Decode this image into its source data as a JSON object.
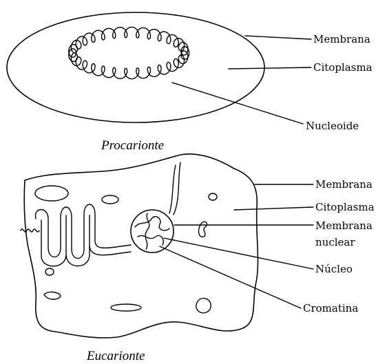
{
  "prokaryote": {
    "caption": "Procarionte",
    "labels": {
      "membrane": "Membrana",
      "cytoplasm": "Citoplasma",
      "nucleoid": "Nucleoide"
    }
  },
  "eukaryote": {
    "caption": "Eucarionte",
    "labels": {
      "membrane": "Membrana",
      "cytoplasm": "Citoplasma",
      "nuclear_membrane_line1": "Membrana",
      "nuclear_membrane_line2": "nuclear",
      "nucleus": "Núcleo",
      "chromatin": "Cromatina"
    }
  }
}
